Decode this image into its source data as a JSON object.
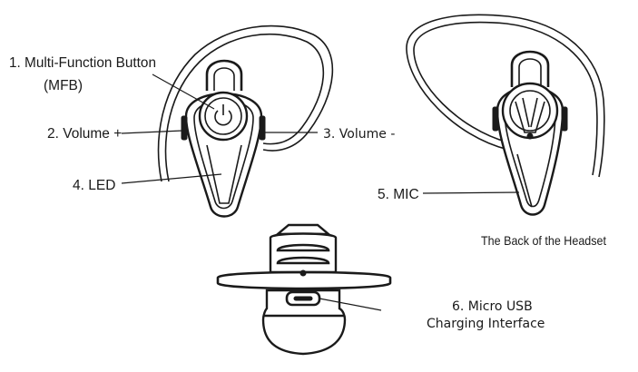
{
  "labels": {
    "mfb_line1": "1. Multi-Function Button",
    "mfb_line2": "(MFB)",
    "volume_up": "2. Volume +",
    "volume_down": "3. Volume -",
    "led": "4. LED",
    "mic": "5. MIC",
    "usb_line1": "6. Micro USB",
    "usb_line2": "Charging Interface",
    "back_caption": "The Back of the Headset"
  },
  "icons": {
    "power": "power-icon"
  }
}
